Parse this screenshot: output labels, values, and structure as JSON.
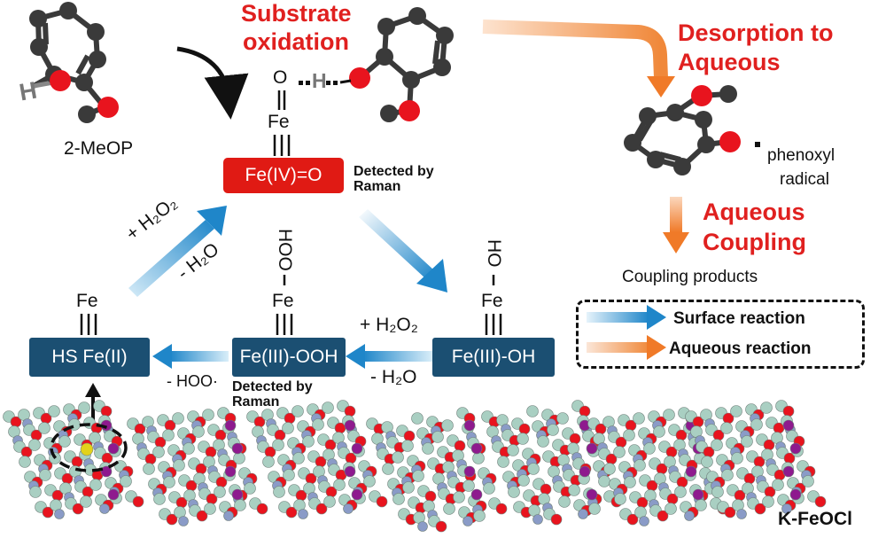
{
  "labels": {
    "substrate_oxidation": [
      "Substrate",
      "oxidation"
    ],
    "desorption": [
      "Desorption to",
      "Aqueous"
    ],
    "aqueous_coupling": [
      "Aqueous",
      "Coupling"
    ],
    "substrate_name": "2-MeOP",
    "phenoxyl": [
      "phenoxyl",
      "radical"
    ],
    "coupling_products": "Coupling products",
    "material": "K-FeOCl"
  },
  "species": {
    "fe_iv": "Fe(IV)=O",
    "hs_fe_ii": "HS Fe(II)",
    "fe_iii_ooh": "Fe(III)-OOH",
    "fe_iii_oh": "Fe(III)-OH",
    "fe": "Fe",
    "o": "O",
    "h": "H",
    "ooh_vertical": "HOO",
    "oh_vertical": "HO"
  },
  "detected": {
    "raman_1": [
      "Detected by",
      "Raman"
    ],
    "raman_2": [
      "Detected by",
      "Raman"
    ]
  },
  "arrow_labels": {
    "plus_h2o2_left": "+ H₂O₂",
    "minus_h2o_left": "- H₂O",
    "plus_h2o2_right": "+ H₂O₂",
    "minus_h2o_right": "- H₂O",
    "minus_hoo": "- HOO·"
  },
  "legend": {
    "surface": "Surface reaction",
    "aqueous": "Aqueous reaction"
  },
  "colors": {
    "red_text": "#e0201f",
    "box_blue": "#1b4f72",
    "box_red": "#e01a14",
    "arrow_blue": "#1f86c9",
    "arrow_orange": "#f08a3c",
    "atom_c": "#3a3a3a",
    "atom_o": "#e8141e",
    "atom_fe_lattice": "#8a9bc7",
    "atom_cl": "#a9cfc2",
    "atom_k": "#8e1a8e"
  }
}
